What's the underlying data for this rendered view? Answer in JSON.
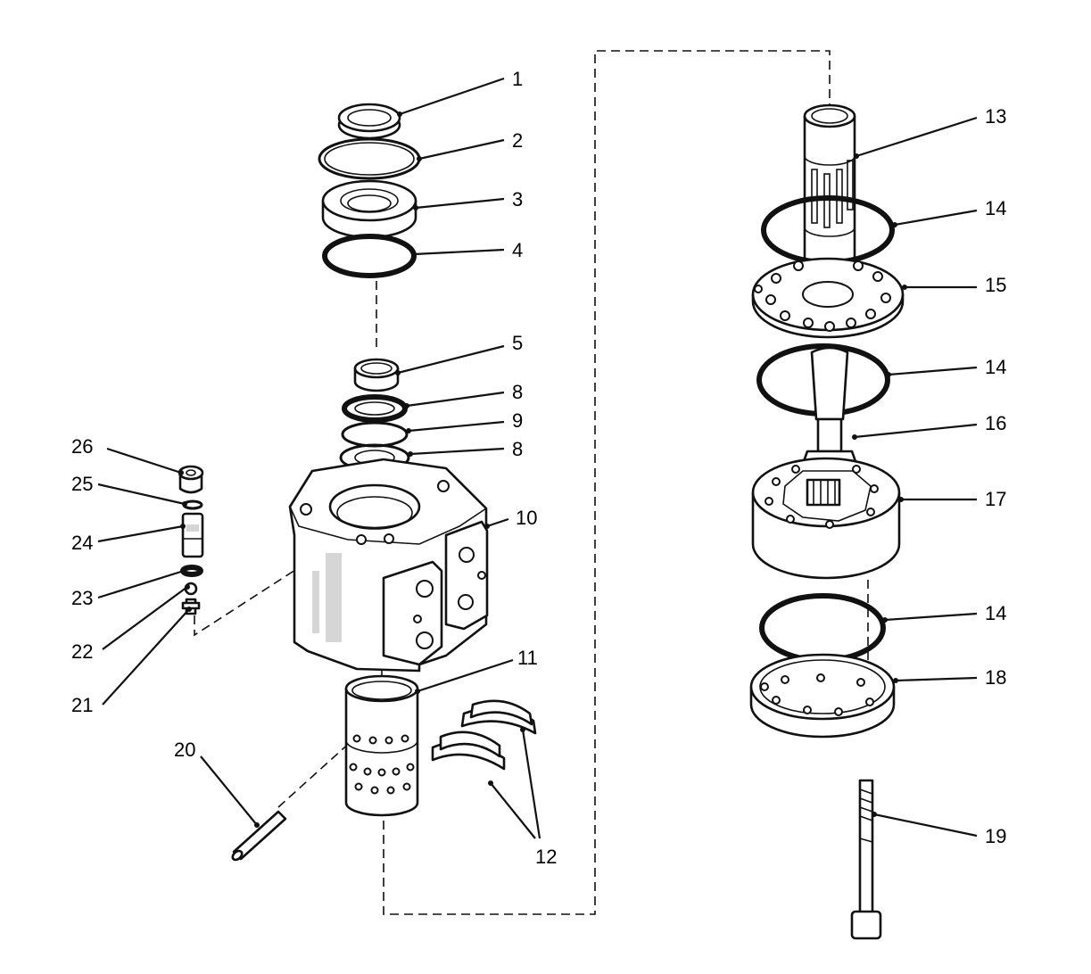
{
  "callouts": {
    "c1": "1",
    "c2": "2",
    "c3": "3",
    "c4": "4",
    "c5": "5",
    "c8a": "8",
    "c9": "9",
    "c8b": "8",
    "c10": "10",
    "c11": "11",
    "c12": "12",
    "c13": "13",
    "c14a": "14",
    "c15": "15",
    "c14b": "14",
    "c16": "16",
    "c17": "17",
    "c14c": "14",
    "c18": "18",
    "c19": "19",
    "c20": "20",
    "c21": "21",
    "c22": "22",
    "c23": "23",
    "c24": "24",
    "c25": "25",
    "c26": "26"
  },
  "colors": {
    "line": "#111111",
    "background": "#ffffff",
    "shade": "#d6d6d6"
  }
}
